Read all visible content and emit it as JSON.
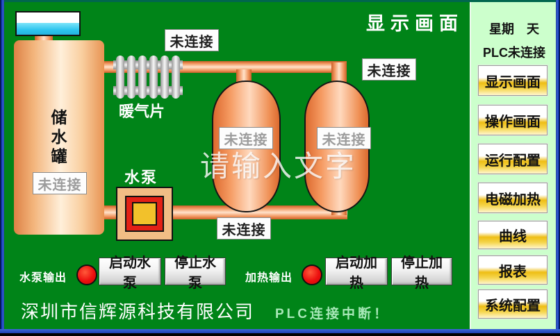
{
  "screen": {
    "title": "显示画面",
    "watermark": "请输入文字",
    "company": "深圳市信辉源科技有限公司",
    "plc_message": "PLC连接中断！"
  },
  "diagram": {
    "storage_tank": "储水罐",
    "radiator": "暖气片",
    "pump": "水泵",
    "disconnected": "未连接"
  },
  "controls": {
    "pump_output": "水泵输出",
    "heat_output": "加热输出",
    "start_pump": "启动水泵",
    "stop_pump": "停止水泵",
    "start_heat": "启动加热",
    "stop_heat": "停止加热"
  },
  "sidebar": {
    "weekday": "星期　天",
    "plc_status": "PLC未连接",
    "buttons": [
      {
        "label": "显示画面"
      },
      {
        "label": "操作画面"
      },
      {
        "label": "运行配置"
      },
      {
        "label": "电磁加热"
      },
      {
        "label": "曲线"
      },
      {
        "label": "报表"
      },
      {
        "label": "系统配置"
      }
    ]
  },
  "colors": {
    "background_green": "#008418",
    "sidebar_green": "#CCFFCC",
    "pipe_orange": "#E8813F",
    "nav_button_gold": "#EEBE14",
    "led_red": "#EC0F0F",
    "pump_red": "#E32016",
    "pump_yellow": "#F2C12B",
    "water_cyan": "#2CC4EE",
    "border_blue": "#3C66D8"
  }
}
